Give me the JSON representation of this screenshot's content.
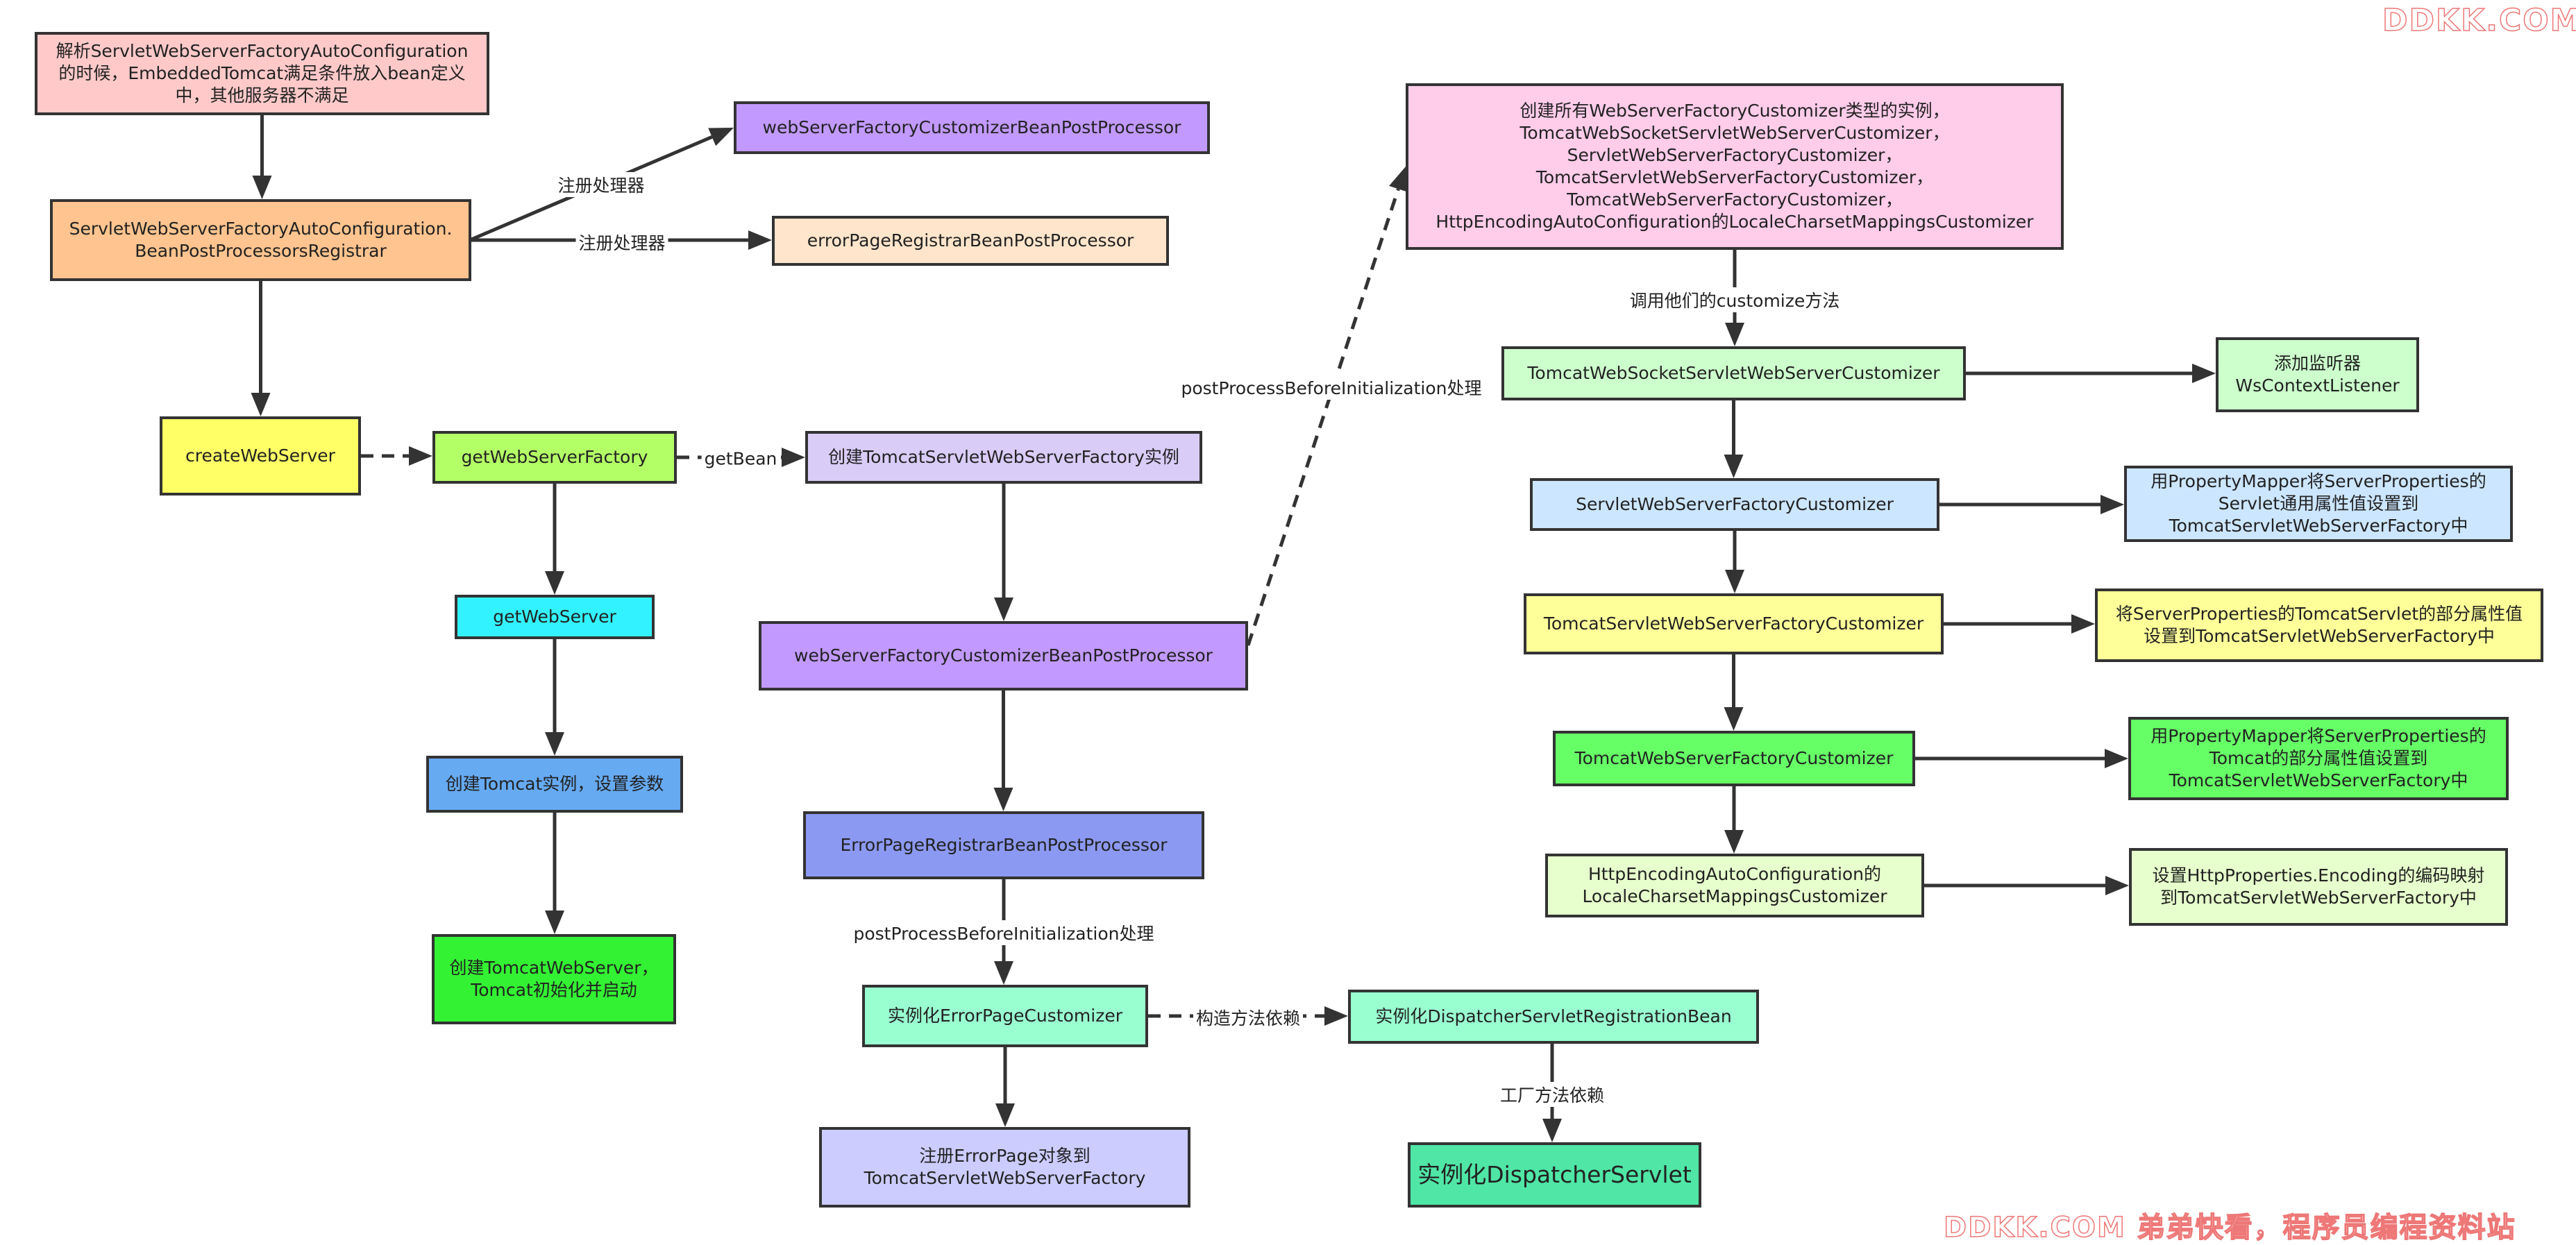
{
  "colors": {
    "pink": "#ffc9c9",
    "orange": "#ffc48f",
    "yellow": "#ffff66",
    "lime": "#b3ff66",
    "cyan": "#33f2ff",
    "blue": "#66aaf2",
    "green": "#33f233",
    "lavender": "#d9ccf7",
    "violet": "#c299ff",
    "periwinkle": "#8c99f2",
    "mint": "#99ffd1",
    "lilac": "#ccccff",
    "seagreen": "#4fe6a6",
    "peach": "#ffe5cc",
    "pinkmagenta": "#ffccea",
    "palegreen": "#ccffcc",
    "paleblue": "#cce6ff",
    "paleyellow": "#ffff99",
    "brightgreen": "#66ff66",
    "verypalegreen": "#e6ffcc",
    "edge": "#333333",
    "watermark": "#ee7777"
  },
  "nodes": {
    "n1": {
      "text": "解析ServletWebServerFactoryAutoConfiguration\n的时候，EmbeddedTomcat满足条件放入bean定义\n中，其他服务器不满足",
      "color": "pink"
    },
    "n2": {
      "text": "ServletWebServerFactoryAutoConfiguration.\nBeanPostProcessorsRegistrar",
      "color": "orange"
    },
    "n3": {
      "text": "webServerFactoryCustomizerBeanPostProcessor",
      "color": "violet"
    },
    "n4": {
      "text": "errorPageRegistrarBeanPostProcessor",
      "color": "peach"
    },
    "n5": {
      "text": "createWebServer",
      "color": "yellow"
    },
    "n6": {
      "text": "getWebServerFactory",
      "color": "lime"
    },
    "n7": {
      "text": "创建TomcatServletWebServerFactory实例",
      "color": "lavender"
    },
    "n8": {
      "text": "getWebServer",
      "color": "cyan"
    },
    "n9": {
      "text": "webServerFactoryCustomizerBeanPostProcessor",
      "color": "violet"
    },
    "n10": {
      "text": "创建Tomcat实例，设置参数",
      "color": "blue"
    },
    "n11": {
      "text": "ErrorPageRegistrarBeanPostProcessor",
      "color": "periwinkle"
    },
    "n12": {
      "text": "创建TomcatWebServer，\nTomcat初始化并启动",
      "color": "green"
    },
    "n13": {
      "text": "实例化ErrorPageCustomizer",
      "color": "mint"
    },
    "n14": {
      "text": "实例化DispatcherServletRegistrationBean",
      "color": "mint"
    },
    "n15": {
      "text": "注册ErrorPage对象到\nTomcatServletWebServerFactory",
      "color": "lilac"
    },
    "n16": {
      "text": "实例化DispatcherServlet",
      "color": "seagreen"
    },
    "n17": {
      "text": "创建所有WebServerFactoryCustomizer类型的实例，\nTomcatWebSocketServletWebServerCustomizer，\nServletWebServerFactoryCustomizer，\nTomcatServletWebServerFactoryCustomizer，\nTomcatWebServerFactoryCustomizer，\nHttpEncodingAutoConfiguration的LocaleCharsetMappingsCustomizer",
      "color": "pinkmagenta"
    },
    "n18": {
      "text": "TomcatWebSocketServletWebServerCustomizer",
      "color": "palegreen"
    },
    "n19": {
      "text": "添加监听器\nWsContextListener",
      "color": "palegreen"
    },
    "n20": {
      "text": "ServletWebServerFactoryCustomizer",
      "color": "paleblue"
    },
    "n21": {
      "text": "用PropertyMapper将ServerProperties的\nServlet通用属性值设置到\nTomcatServletWebServerFactory中",
      "color": "paleblue"
    },
    "n22": {
      "text": "TomcatServletWebServerFactoryCustomizer",
      "color": "paleyellow"
    },
    "n23": {
      "text": "将ServerProperties的TomcatServlet的部分属性值\n设置到TomcatServletWebServerFactory中",
      "color": "paleyellow"
    },
    "n24": {
      "text": "TomcatWebServerFactoryCustomizer",
      "color": "brightgreen"
    },
    "n25": {
      "text": "用PropertyMapper将ServerProperties的\nTomcat的部分属性值设置到\nTomcatServletWebServerFactory中",
      "color": "brightgreen"
    },
    "n26": {
      "text": "HttpEncodingAutoConfiguration的\nLocaleCharsetMappingsCustomizer",
      "color": "verypalegreen"
    },
    "n27": {
      "text": "设置HttpProperties.Encoding的编码映射\n到TomcatServletWebServerFactory中",
      "color": "verypalegreen"
    }
  },
  "edges": [
    {
      "from": "n1",
      "to": "n2",
      "style": "solid",
      "label": ""
    },
    {
      "from": "n2",
      "to": "n3",
      "style": "solid",
      "label": "注册处理器"
    },
    {
      "from": "n2",
      "to": "n4",
      "style": "solid",
      "label": "注册处理器"
    },
    {
      "from": "n2",
      "to": "n5",
      "style": "solid",
      "label": ""
    },
    {
      "from": "n5",
      "to": "n6",
      "style": "dashed",
      "label": ""
    },
    {
      "from": "n6",
      "to": "n7",
      "style": "dashed",
      "label": "getBean"
    },
    {
      "from": "n6",
      "to": "n8",
      "style": "solid",
      "label": ""
    },
    {
      "from": "n8",
      "to": "n10",
      "style": "solid",
      "label": ""
    },
    {
      "from": "n10",
      "to": "n12",
      "style": "solid",
      "label": ""
    },
    {
      "from": "n7",
      "to": "n9",
      "style": "solid",
      "label": ""
    },
    {
      "from": "n9",
      "to": "n11",
      "style": "solid",
      "label": ""
    },
    {
      "from": "n9",
      "to": "n17",
      "style": "dashed",
      "label": "postProcessBeforeInitialization处理"
    },
    {
      "from": "n11",
      "to": "n13",
      "style": "solid",
      "label": "postProcessBeforeInitialization处理"
    },
    {
      "from": "n13",
      "to": "n14",
      "style": "dashed",
      "label": "构造方法依赖"
    },
    {
      "from": "n13",
      "to": "n15",
      "style": "solid",
      "label": ""
    },
    {
      "from": "n14",
      "to": "n16",
      "style": "solid",
      "label": "工厂方法依赖"
    },
    {
      "from": "n17",
      "to": "n18",
      "style": "solid",
      "label": "调用他们的customize方法"
    },
    {
      "from": "n18",
      "to": "n19",
      "style": "solid",
      "label": ""
    },
    {
      "from": "n18",
      "to": "n20",
      "style": "solid",
      "label": ""
    },
    {
      "from": "n20",
      "to": "n21",
      "style": "solid",
      "label": ""
    },
    {
      "from": "n20",
      "to": "n22",
      "style": "solid",
      "label": ""
    },
    {
      "from": "n22",
      "to": "n23",
      "style": "solid",
      "label": ""
    },
    {
      "from": "n22",
      "to": "n24",
      "style": "solid",
      "label": ""
    },
    {
      "from": "n24",
      "to": "n25",
      "style": "solid",
      "label": ""
    },
    {
      "from": "n24",
      "to": "n26",
      "style": "solid",
      "label": ""
    },
    {
      "from": "n26",
      "to": "n27",
      "style": "solid",
      "label": ""
    }
  ],
  "watermarks": {
    "top": "DDKK.COM",
    "bottom": "DDKK.COM 弟弟快看，程序员编程资料站"
  }
}
